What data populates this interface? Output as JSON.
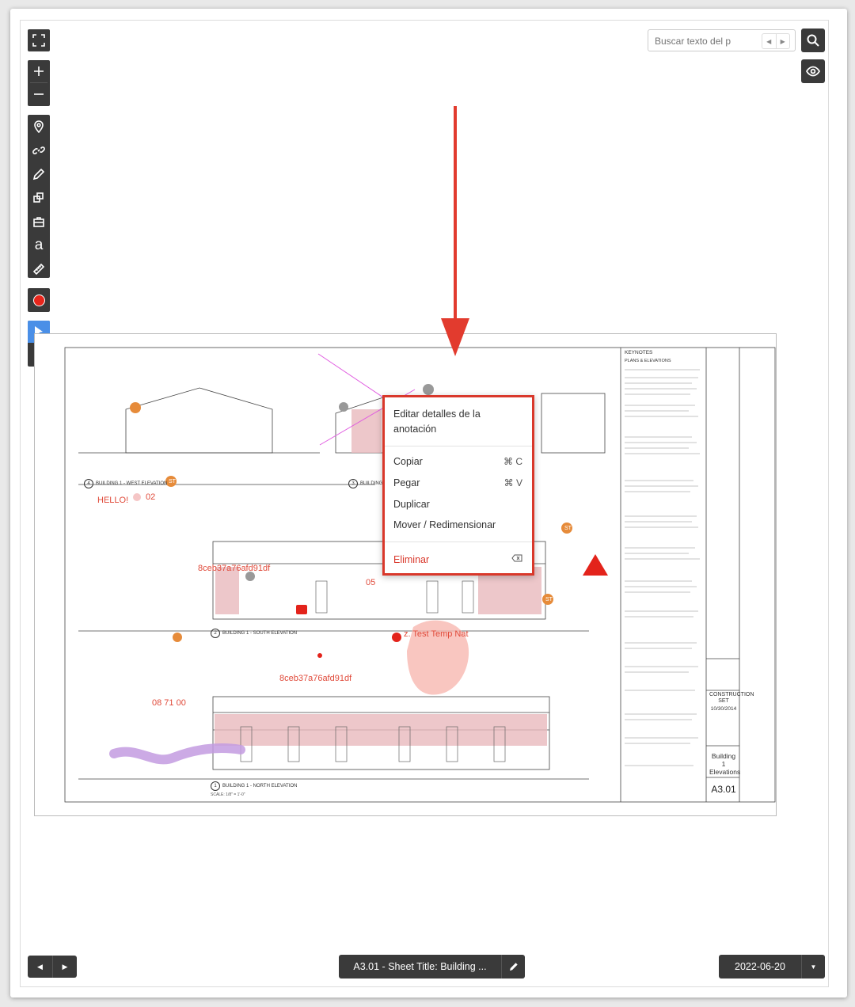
{
  "search": {
    "placeholder": "Buscar texto del p"
  },
  "annotations": {
    "hello": "HELLO!",
    "a02": "02",
    "a05": "05",
    "hash1": "8ceb37a76afd91df",
    "hash2": "8ceb37a76afd91df",
    "temp": "z. Test Temp Nat",
    "code": "08 71 00",
    "st1": "ST",
    "st2": "ST",
    "st3": "ST"
  },
  "drawing": {
    "west_elev": "BUILDING 1 - WEST ELEVATION",
    "south_elev": "BUILDING 1 - SOUTH ELEVATION",
    "north_elev": "BUILDING 1 - NORTH ELEVATION",
    "east_elev": "BUILDING",
    "west_num": "4",
    "south_num": "2",
    "north_num": "1",
    "east_num": "3",
    "scale": "SCALE: 1/8\" = 1'-0\"",
    "keynotes": "KEYNOTES",
    "plans": "PLANS & ELEVATIONS",
    "construction": "CONSTRUCTION SET",
    "date": "10/30/2014",
    "title": "Building 1 Elevations",
    "sheet_no": "A3.01"
  },
  "context_menu": {
    "edit": "Editar detalles de la anotación",
    "copy": "Copiar",
    "copy_sc": "⌘ C",
    "paste": "Pegar",
    "paste_sc": "⌘ V",
    "duplicate": "Duplicar",
    "move": "Mover / Redimensionar",
    "delete": "Eliminar"
  },
  "footer": {
    "sheet_title": "A3.01 - Sheet Title: Building ...",
    "revision_date": "2022-06-20"
  },
  "colors": {
    "accent_red": "#d9382b",
    "toolbar": "#3a3a3a",
    "select_blue": "#4a8fe7"
  }
}
